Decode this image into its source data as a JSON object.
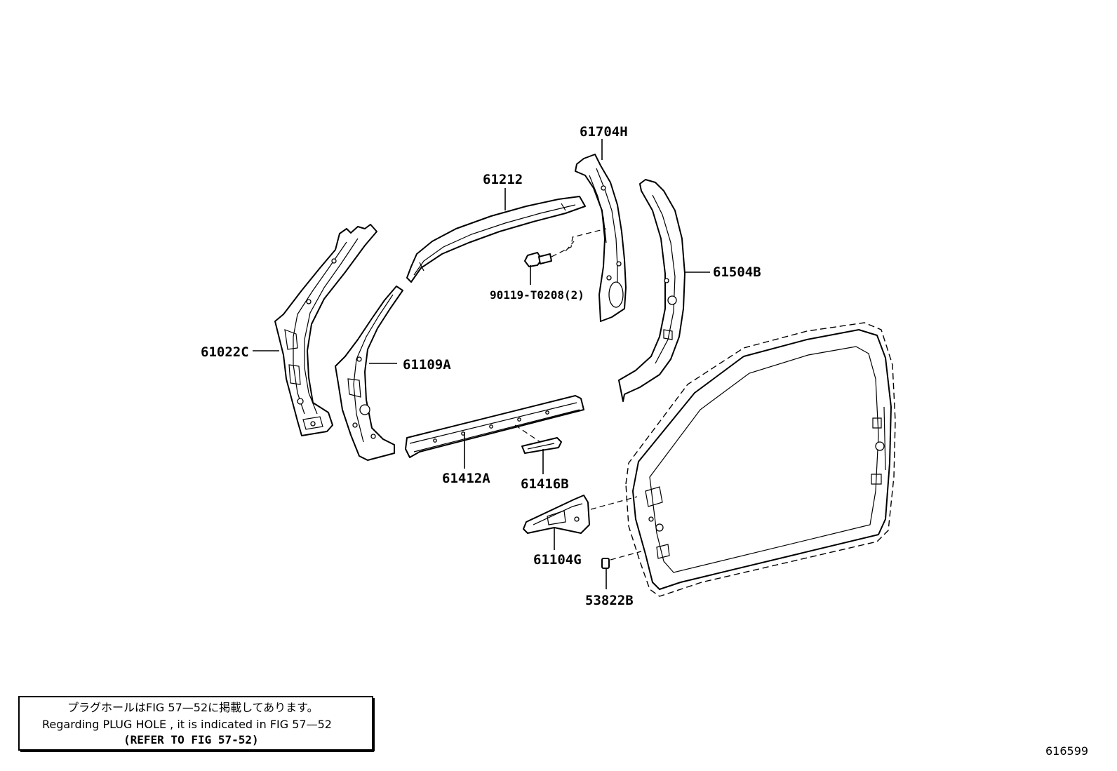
{
  "parts": {
    "p61704H": "61704H",
    "p61212": "61212",
    "p61504B": "61504B",
    "p90119": "90119-T0208(2)",
    "p61022C": "61022C",
    "p61109A": "61109A",
    "p61412A": "61412A",
    "p61416B": "61416B",
    "p61104G": "61104G",
    "p53822B": "53822B"
  },
  "note": {
    "jp": "プラグホールはFIG 57—52に掲載してあります。",
    "en": "Regarding PLUG HOLE , it is indicated in FIG 57—52",
    "ref": "(REFER TO FIG 57-52)"
  },
  "figure_id": "616599"
}
